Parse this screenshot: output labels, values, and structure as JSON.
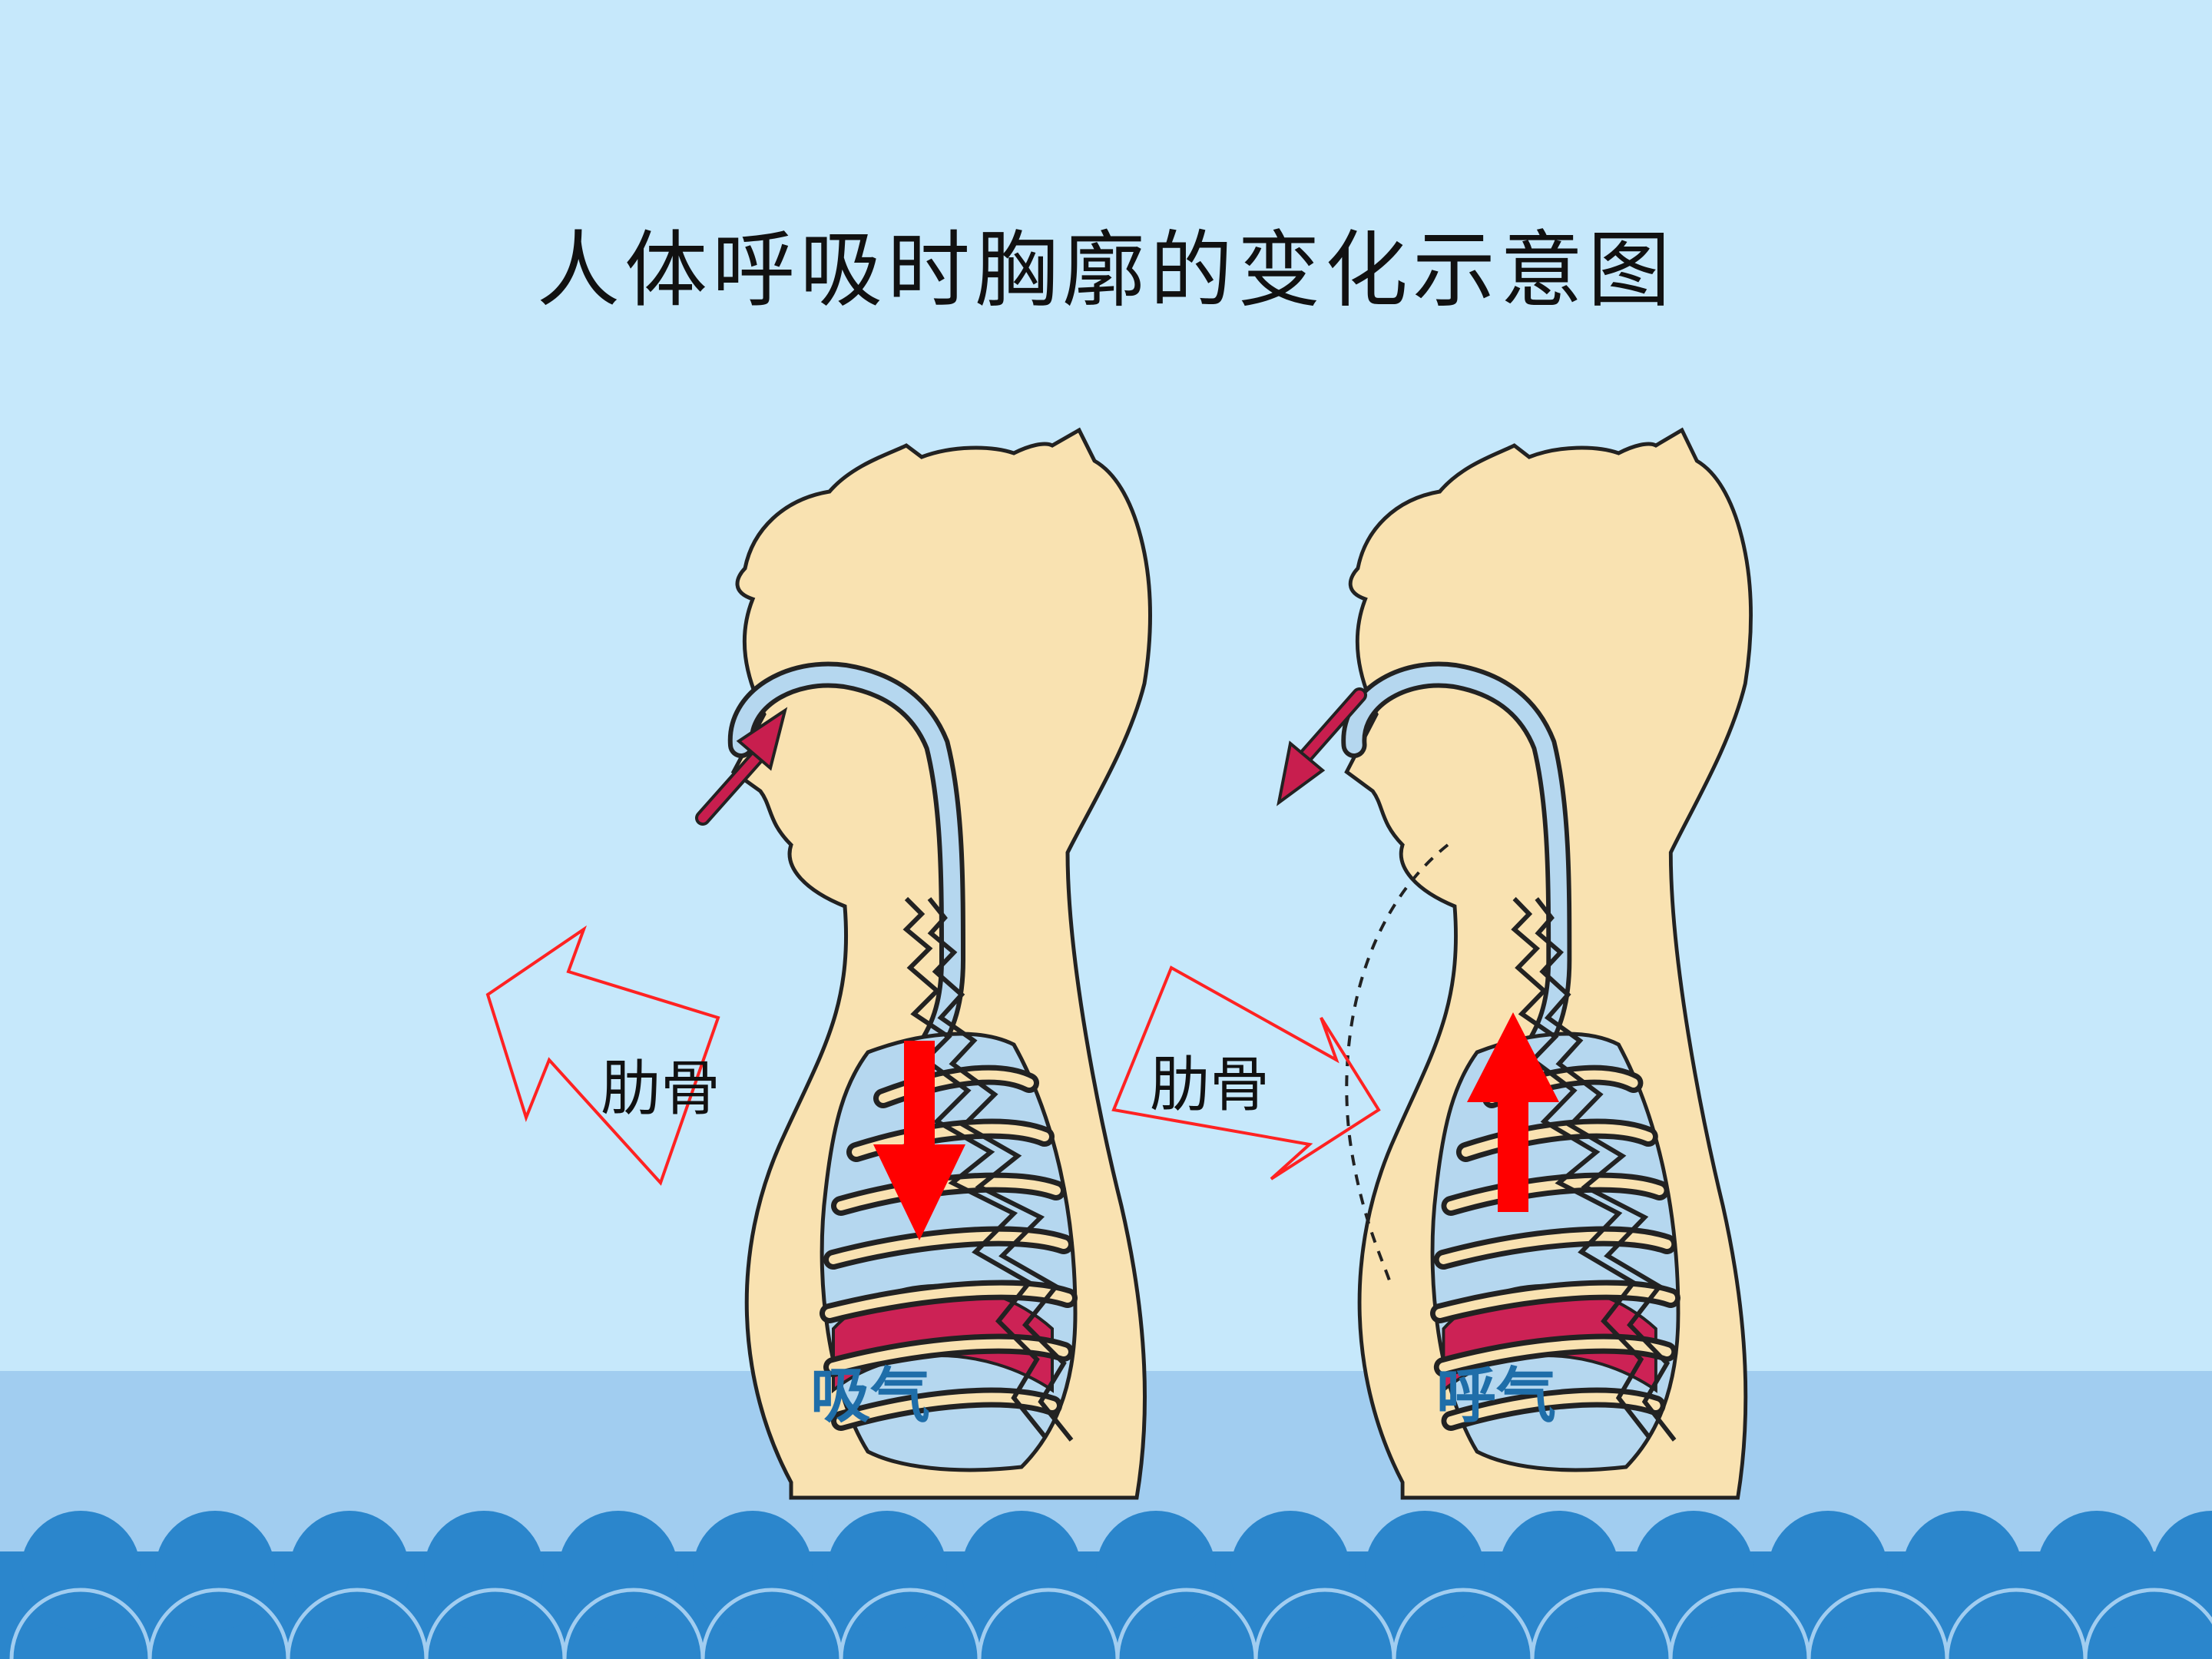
{
  "title": "人体呼吸时胸廓的变化示意图",
  "panels": [
    {
      "state": "吸气",
      "rib_label": "肋骨",
      "diaphragm_arrow": "down",
      "air_arrow": "in",
      "rib_arrow": "outward"
    },
    {
      "state": "呼气",
      "rib_label": "肋骨",
      "diaphragm_arrow": "up",
      "air_arrow": "out",
      "rib_arrow": "inward"
    }
  ],
  "colors": {
    "background": "#c6e8fb",
    "band": "#a1cdf0",
    "waves": "#2b86cc",
    "skin": "#f9e2b1",
    "airway": "#b5d7ef",
    "diaphragm": "#cc2255",
    "main_arrow": "#ff0000",
    "caption": "#1f6ea9"
  }
}
